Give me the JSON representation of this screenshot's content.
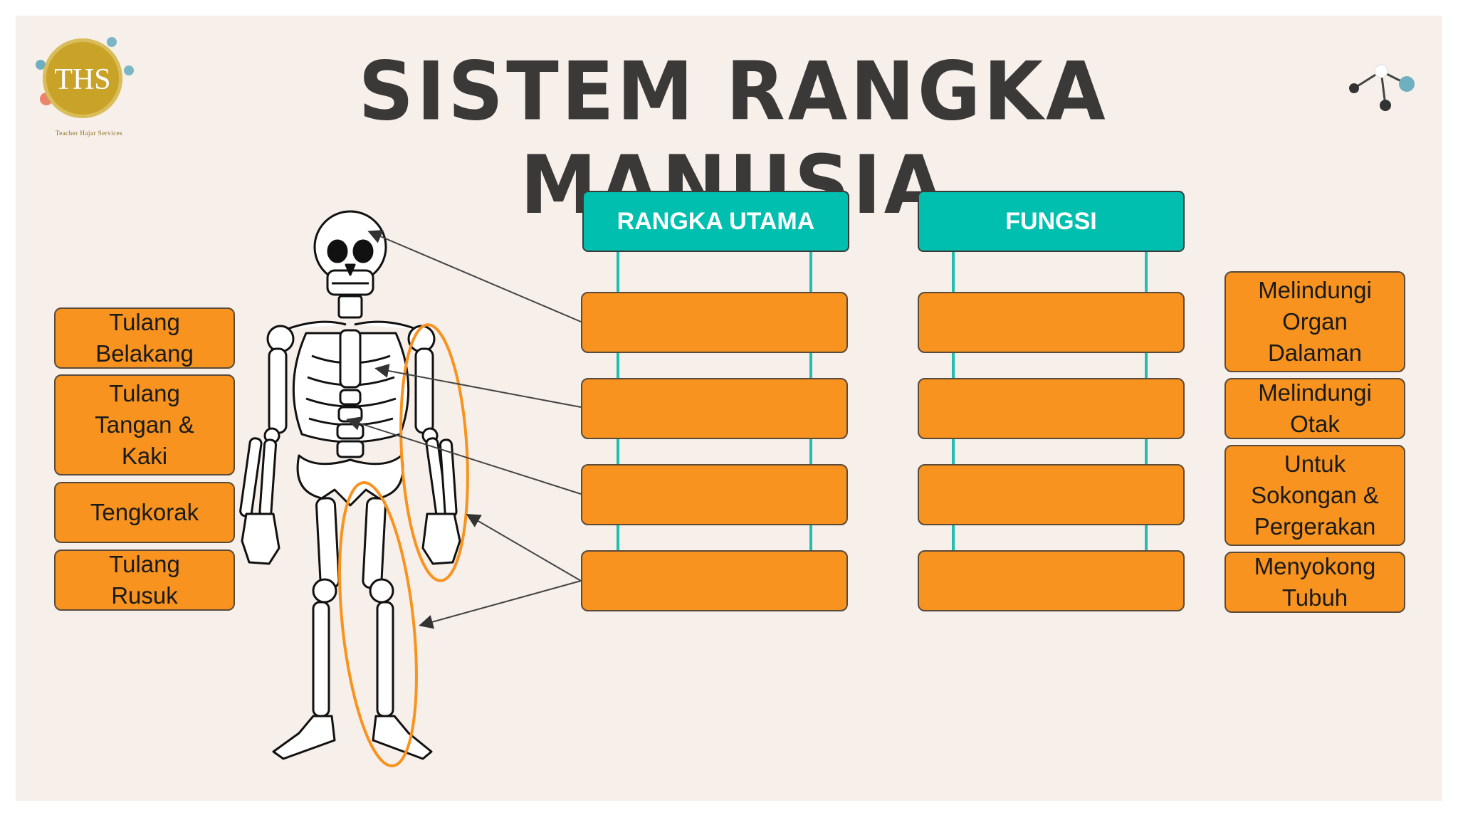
{
  "title": "SISTEM RANGKA MANUSIA",
  "logo": {
    "text": "THS",
    "subtitle": "Teacher Hajar Services"
  },
  "left_labels": [
    "Tulang\nBelakang",
    "Tulang\nTangan &\nKaki",
    "Tengkorak",
    "Tulang\nRusuk"
  ],
  "headers": {
    "main": "RANGKA UTAMA",
    "function": "FUNGSI"
  },
  "right_labels": [
    "Melindungi\nOrgan\nDalaman",
    "Melindungi\nOtak",
    "Untuk\nSokongan &\nPergerakan",
    "Menyokong\nTubuh"
  ],
  "colors": {
    "orange": "#f7931e",
    "teal": "#00bfae",
    "title": "#3b3838",
    "background": "#f7efea"
  },
  "icons": [
    "ths-logo",
    "molecule-icon",
    "skeleton-illustration"
  ]
}
